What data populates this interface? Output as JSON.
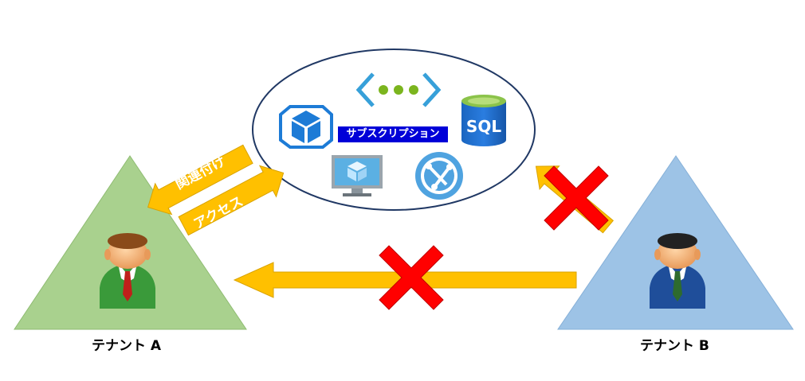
{
  "subscription": {
    "label": "サブスクリプション"
  },
  "arrows": {
    "association": "関連付け",
    "access": "アクセス"
  },
  "tenants": {
    "a": {
      "label": "テナント A",
      "color": "#a9d18e"
    },
    "b": {
      "label": "テナント B",
      "color": "#9dc3e6"
    }
  },
  "icons": [
    "container-icon",
    "network-icon",
    "sql-database-icon",
    "virtual-machine-icon",
    "service-fabric-icon"
  ],
  "icon_text": {
    "sql": "SQL"
  },
  "colors": {
    "arrow": "#ffc000",
    "cross": "#ff0000",
    "azure_blue": "#0078d4"
  }
}
